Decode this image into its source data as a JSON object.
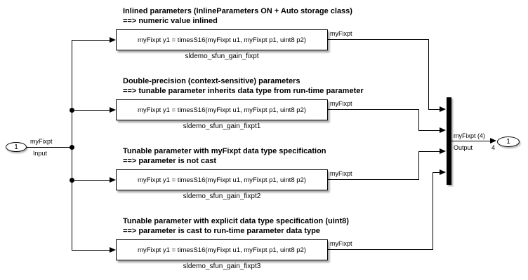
{
  "colors": {
    "background": "#ffffff",
    "line": "#000000",
    "block_fill": "#ffffff"
  },
  "input_port": {
    "number": "1",
    "name": "Input",
    "signal_label": "myFixpt"
  },
  "blocks": [
    {
      "title_line1": "Inlined parameters (InlineParameters ON + Auto storage class)",
      "title_line2": "==> numeric value inlined",
      "body": "myFixpt y1 = timesS16(myFixpt u1, myFixpt p1, uint8 p2)",
      "name": "sldemo_sfun_gain_fixpt",
      "output_signal_label": "myFixpt"
    },
    {
      "title_line1": "Double-precision (context-sensitive) parameters",
      "title_line2": "==> tunable parameter inherits data type from run-time parameter",
      "body": "myFixpt y1 = timesS16(myFixpt u1, myFixpt p1, uint8 p2)",
      "name": "sldemo_sfun_gain_fixpt1",
      "output_signal_label": "myFixpt"
    },
    {
      "title_line1": "Tunable parameter with myFixpt data type specification",
      "title_line2": "==> parameter is not cast",
      "body": "myFixpt y1 = timesS16(myFixpt u1, myFixpt p1, uint8 p2)",
      "name": "sldemo_sfun_gain_fixpt2",
      "output_signal_label": "myFixpt"
    },
    {
      "title_line1": "Tunable parameter with explicit data type specification (uint8)",
      "title_line2": "==> parameter is cast to run-time parameter data type",
      "body": "myFixpt y1 = timesS16(myFixpt u1, myFixpt p1, uint8 p2)",
      "name": "sldemo_sfun_gain_fixpt3",
      "output_signal_label": "myFixpt"
    }
  ],
  "output_signal": {
    "type_label": "myFixpt (4)",
    "name": "Output",
    "width_label": "4"
  },
  "output_port": {
    "number": "1"
  }
}
